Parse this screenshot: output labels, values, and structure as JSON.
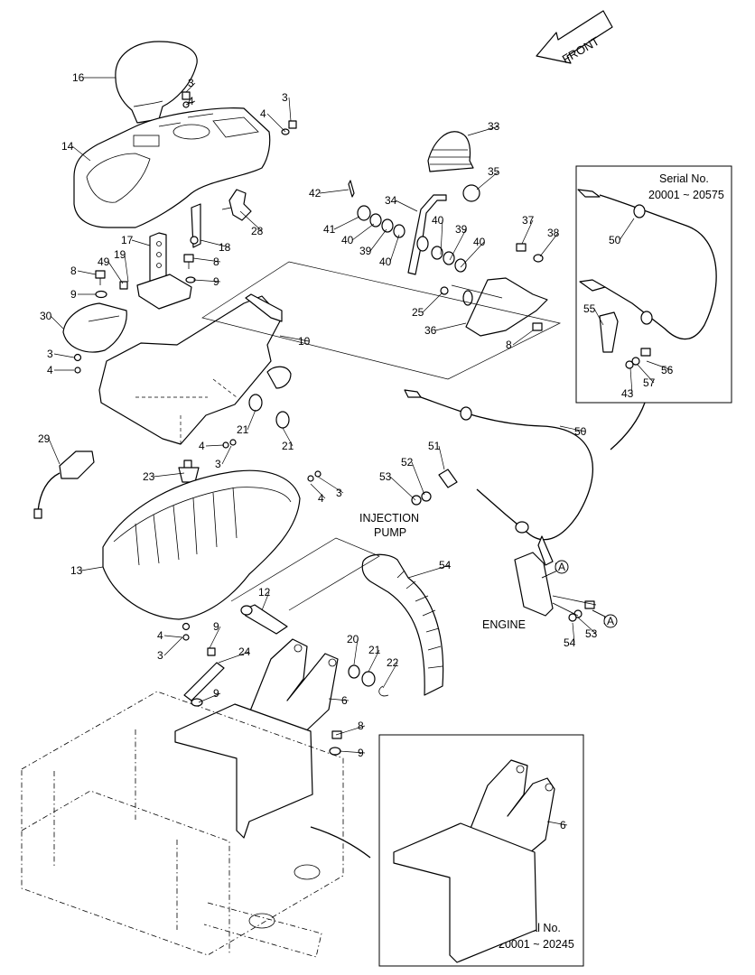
{
  "front_arrow": {
    "text": "FRONT"
  },
  "captions": {
    "injection_pump_line1": "INJECTION",
    "injection_pump_line2": "PUMP",
    "engine": "ENGINE",
    "serial_top_title": "Serial No.",
    "serial_top_range": "20001 ~ 20575",
    "serial_bottom_title": "Serial No.",
    "serial_bottom_range": "20001 ~ 20245"
  },
  "callouts": [
    "16",
    "3",
    "4",
    "3",
    "4",
    "14",
    "28",
    "17",
    "18",
    "8",
    "49",
    "19",
    "8",
    "9",
    "9",
    "30",
    "10",
    "3",
    "4",
    "21",
    "21",
    "29",
    "4",
    "3",
    "23",
    "3",
    "4",
    "13",
    "12",
    "4",
    "3",
    "9",
    "24",
    "9",
    "20",
    "21",
    "22",
    "6",
    "8",
    "9",
    "6",
    "42",
    "41",
    "40",
    "39",
    "40",
    "34",
    "33",
    "35",
    "40",
    "39",
    "40",
    "37",
    "38",
    "25",
    "36",
    "8",
    "50",
    "51",
    "52",
    "53",
    "54",
    "50",
    "55",
    "56",
    "57",
    "43",
    "51",
    "52",
    "53",
    "54",
    "A",
    "A"
  ]
}
